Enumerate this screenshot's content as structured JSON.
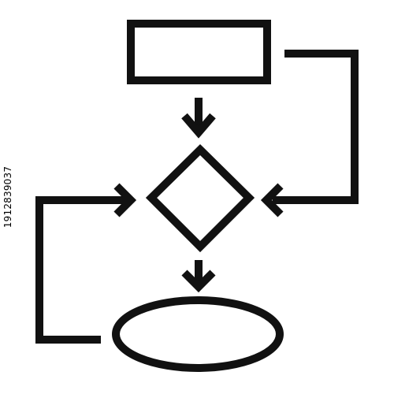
{
  "diagram": {
    "stroke_color": "#111111",
    "background_color": "#ffffff",
    "nodes": [
      {
        "id": "process",
        "shape": "rectangle",
        "label": ""
      },
      {
        "id": "decision",
        "shape": "diamond",
        "label": ""
      },
      {
        "id": "terminal",
        "shape": "ellipse",
        "label": ""
      }
    ],
    "edges": [
      {
        "from": "process",
        "to": "decision",
        "kind": "down-arrow"
      },
      {
        "from": "process",
        "to": "decision",
        "kind": "right-loop"
      },
      {
        "from": "decision",
        "to": "terminal",
        "kind": "down-arrow"
      },
      {
        "from": "terminal",
        "to": "decision",
        "kind": "left-loop"
      }
    ]
  },
  "side_text": {
    "image_id": "1912839037"
  }
}
